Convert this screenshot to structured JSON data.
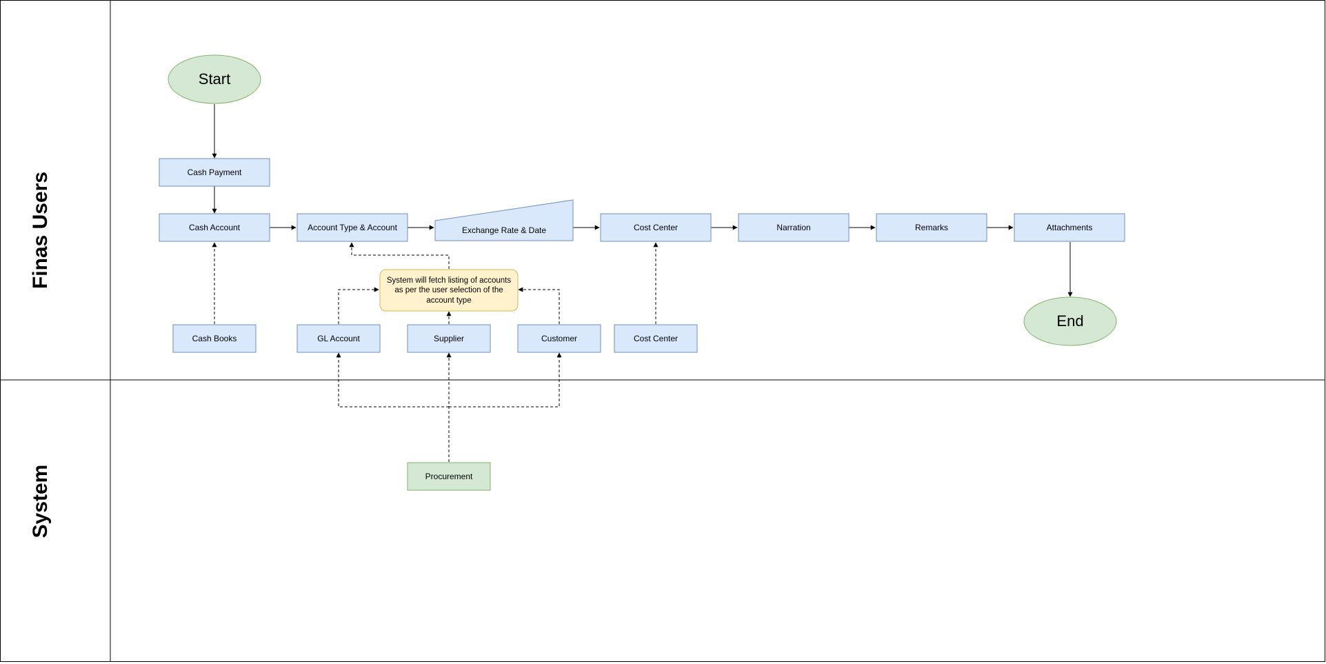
{
  "lanes": {
    "finas_users": "Finas Users",
    "system": "System"
  },
  "nodes": {
    "start": "Start",
    "cash_payment": "Cash Payment",
    "cash_account": "Cash Account",
    "account_type": "Account Type & Account",
    "exchange_rate": "Exchange Rate & Date",
    "cost_center_main": "Cost Center",
    "narration": "Narration",
    "remarks": "Remarks",
    "attachments": "Attachments",
    "end": "End",
    "cash_books": "Cash Books",
    "gl_account": "GL Account",
    "supplier": "Supplier",
    "customer": "Customer",
    "cost_center_src": "Cost Center",
    "procurement": "Procurement",
    "note": {
      "line1": "System will fetch listing of accounts",
      "line2": "as per the user selection of the",
      "line3": "account type"
    }
  },
  "colors": {
    "process_fill": "#dae8fc",
    "process_stroke": "#6c8ebf",
    "terminal_fill": "#d5e8d4",
    "terminal_stroke": "#82b366",
    "note_fill": "#fff2cc",
    "note_stroke": "#d6b656"
  }
}
